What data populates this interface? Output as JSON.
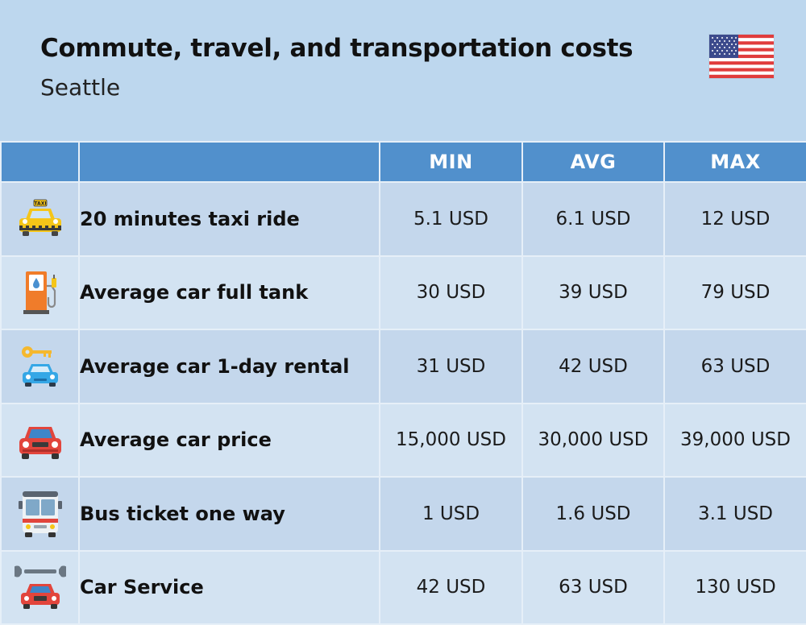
{
  "header": {
    "title": "Commute, travel, and transportation costs",
    "subtitle": "Seattle",
    "flag_icon": "us-flag-icon"
  },
  "table": {
    "columns": [
      "",
      "",
      "MIN",
      "AVG",
      "MAX"
    ],
    "rows": [
      {
        "icon": "taxi-icon",
        "label": "20 minutes taxi ride",
        "min": "5.1 USD",
        "avg": "6.1 USD",
        "max": "12 USD"
      },
      {
        "icon": "fuel-pump-icon",
        "label": "Average car full tank",
        "min": "30 USD",
        "avg": "39 USD",
        "max": "79 USD"
      },
      {
        "icon": "car-rental-key-icon",
        "label": "Average car 1-day rental",
        "min": "31 USD",
        "avg": "42 USD",
        "max": "63 USD"
      },
      {
        "icon": "car-icon",
        "label": "Average car price",
        "min": "15,000 USD",
        "avg": "30,000 USD",
        "max": "39,000 USD"
      },
      {
        "icon": "bus-icon",
        "label": "Bus ticket one way",
        "min": "1 USD",
        "avg": "1.6 USD",
        "max": "3.1 USD"
      },
      {
        "icon": "car-service-wrench-icon",
        "label": "Car Service",
        "min": "42 USD",
        "avg": "63 USD",
        "max": "130 USD"
      }
    ]
  },
  "colors": {
    "background": "#bdd7ee",
    "header_row": "#5190cc",
    "row_odd": "#c4d7ec",
    "row_even": "#d3e3f2"
  }
}
